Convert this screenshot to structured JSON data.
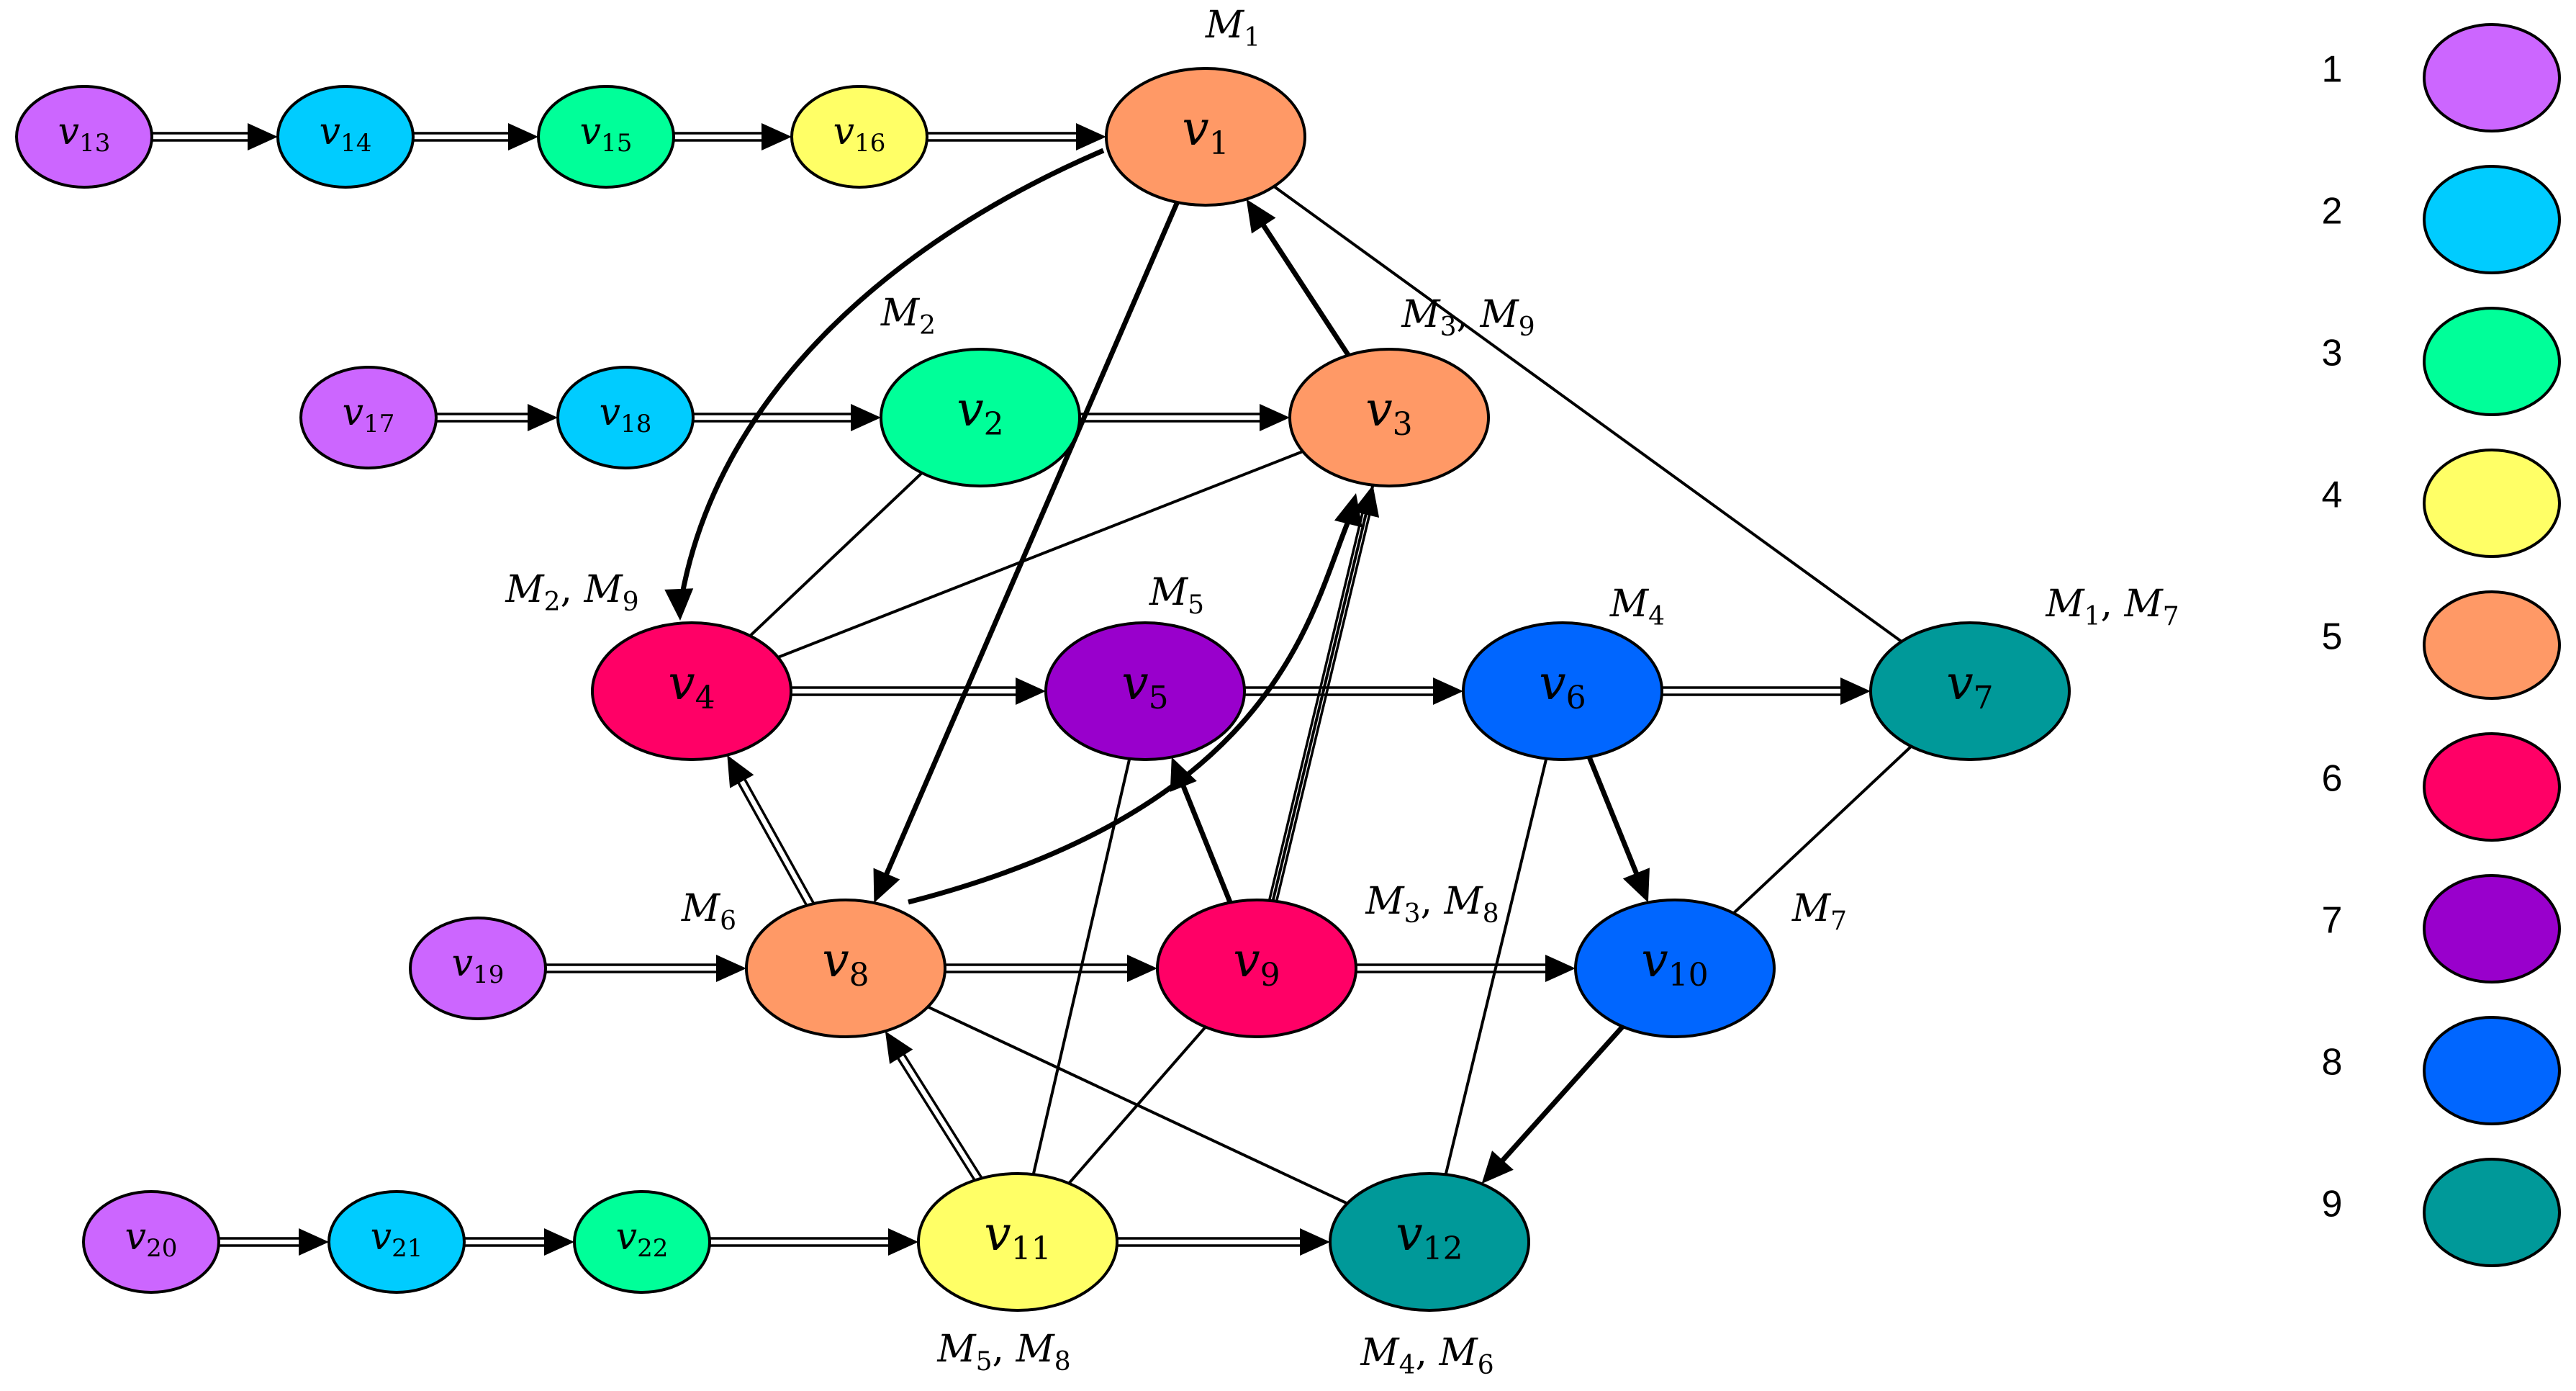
{
  "colors": {
    "1": "#cc66ff",
    "2": "#00ccff",
    "3": "#00ff99",
    "4": "#ffff66",
    "5": "#ff9966",
    "6": "#ff0066",
    "7": "#9900cc",
    "8": "#0066ff",
    "9": "#009999"
  },
  "nodes": [
    {
      "id": "v1",
      "base": "v",
      "sub": "1",
      "color": "5"
    },
    {
      "id": "v2",
      "base": "v",
      "sub": "2",
      "color": "3"
    },
    {
      "id": "v3",
      "base": "v",
      "sub": "3",
      "color": "5"
    },
    {
      "id": "v4",
      "base": "v",
      "sub": "4",
      "color": "6"
    },
    {
      "id": "v5",
      "base": "v",
      "sub": "5",
      "color": "7"
    },
    {
      "id": "v6",
      "base": "v",
      "sub": "6",
      "color": "8"
    },
    {
      "id": "v7",
      "base": "v",
      "sub": "7",
      "color": "9"
    },
    {
      "id": "v8",
      "base": "v",
      "sub": "8",
      "color": "5"
    },
    {
      "id": "v9",
      "base": "v",
      "sub": "9",
      "color": "6"
    },
    {
      "id": "v10",
      "base": "v",
      "sub": "10",
      "color": "8"
    },
    {
      "id": "v11",
      "base": "v",
      "sub": "11",
      "color": "4"
    },
    {
      "id": "v12",
      "base": "v",
      "sub": "12",
      "color": "9"
    },
    {
      "id": "v13",
      "base": "v",
      "sub": "13",
      "color": "1"
    },
    {
      "id": "v14",
      "base": "v",
      "sub": "14",
      "color": "2"
    },
    {
      "id": "v15",
      "base": "v",
      "sub": "15",
      "color": "3"
    },
    {
      "id": "v16",
      "base": "v",
      "sub": "16",
      "color": "4"
    },
    {
      "id": "v17",
      "base": "v",
      "sub": "17",
      "color": "1"
    },
    {
      "id": "v18",
      "base": "v",
      "sub": "18",
      "color": "2"
    },
    {
      "id": "v19",
      "base": "v",
      "sub": "19",
      "color": "1"
    },
    {
      "id": "v20",
      "base": "v",
      "sub": "20",
      "color": "1"
    },
    {
      "id": "v21",
      "base": "v",
      "sub": "21",
      "color": "2"
    },
    {
      "id": "v22",
      "base": "v",
      "sub": "22",
      "color": "3"
    }
  ],
  "machine_labels": [
    {
      "node": "v1",
      "parts": [
        {
          "base": "M",
          "sub": "1"
        }
      ]
    },
    {
      "node": "v2",
      "parts": [
        {
          "base": "M",
          "sub": "2"
        }
      ]
    },
    {
      "node": "v3",
      "parts": [
        {
          "base": "M",
          "sub": "3"
        },
        {
          "base": "M",
          "sub": "9"
        }
      ]
    },
    {
      "node": "v4",
      "parts": [
        {
          "base": "M",
          "sub": "2"
        },
        {
          "base": "M",
          "sub": "9"
        }
      ]
    },
    {
      "node": "v5",
      "parts": [
        {
          "base": "M",
          "sub": "5"
        }
      ]
    },
    {
      "node": "v6",
      "parts": [
        {
          "base": "M",
          "sub": "4"
        }
      ]
    },
    {
      "node": "v7",
      "parts": [
        {
          "base": "M",
          "sub": "1"
        },
        {
          "base": "M",
          "sub": "7"
        }
      ]
    },
    {
      "node": "v8",
      "parts": [
        {
          "base": "M",
          "sub": "6"
        }
      ]
    },
    {
      "node": "v9",
      "parts": [
        {
          "base": "M",
          "sub": "3"
        },
        {
          "base": "M",
          "sub": "8"
        }
      ]
    },
    {
      "node": "v10",
      "parts": [
        {
          "base": "M",
          "sub": "7"
        }
      ]
    },
    {
      "node": "v11",
      "parts": [
        {
          "base": "M",
          "sub": "5"
        },
        {
          "base": "M",
          "sub": "8"
        }
      ]
    },
    {
      "node": "v12",
      "parts": [
        {
          "base": "M",
          "sub": "4"
        },
        {
          "base": "M",
          "sub": "6"
        }
      ]
    }
  ],
  "conjunctive_arcs": [
    [
      "v13",
      "v14"
    ],
    [
      "v14",
      "v15"
    ],
    [
      "v15",
      "v16"
    ],
    [
      "v16",
      "v1"
    ],
    [
      "v17",
      "v18"
    ],
    [
      "v18",
      "v2"
    ],
    [
      "v2",
      "v3"
    ],
    [
      "v4",
      "v5"
    ],
    [
      "v5",
      "v6"
    ],
    [
      "v6",
      "v7"
    ],
    [
      "v19",
      "v8"
    ],
    [
      "v8",
      "v9"
    ],
    [
      "v9",
      "v10"
    ],
    [
      "v20",
      "v21"
    ],
    [
      "v21",
      "v22"
    ],
    [
      "v22",
      "v11"
    ],
    [
      "v11",
      "v12"
    ],
    [
      "v8",
      "v4"
    ],
    [
      "v11",
      "v8"
    ],
    [
      "v9",
      "v3"
    ]
  ],
  "disjunctive_arcs": [
    [
      "v1",
      "v4"
    ],
    [
      "v1",
      "v8"
    ],
    [
      "v3",
      "v1"
    ],
    [
      "v9",
      "v5"
    ],
    [
      "v6",
      "v10"
    ],
    [
      "v10",
      "v12"
    ],
    [
      "v8",
      "v3"
    ]
  ],
  "edges": [
    [
      "v1",
      "v7"
    ],
    [
      "v2",
      "v4"
    ],
    [
      "v3",
      "v4"
    ],
    [
      "v3",
      "v9"
    ],
    [
      "v5",
      "v11"
    ],
    [
      "v6",
      "v12"
    ],
    [
      "v7",
      "v10"
    ],
    [
      "v8",
      "v12"
    ],
    [
      "v9",
      "v11"
    ]
  ],
  "legend": [
    {
      "label": "1",
      "color": "1"
    },
    {
      "label": "2",
      "color": "2"
    },
    {
      "label": "3",
      "color": "3"
    },
    {
      "label": "4",
      "color": "4"
    },
    {
      "label": "5",
      "color": "5"
    },
    {
      "label": "6",
      "color": "6"
    },
    {
      "label": "7",
      "color": "7"
    },
    {
      "label": "8",
      "color": "8"
    },
    {
      "label": "9",
      "color": "9"
    }
  ]
}
